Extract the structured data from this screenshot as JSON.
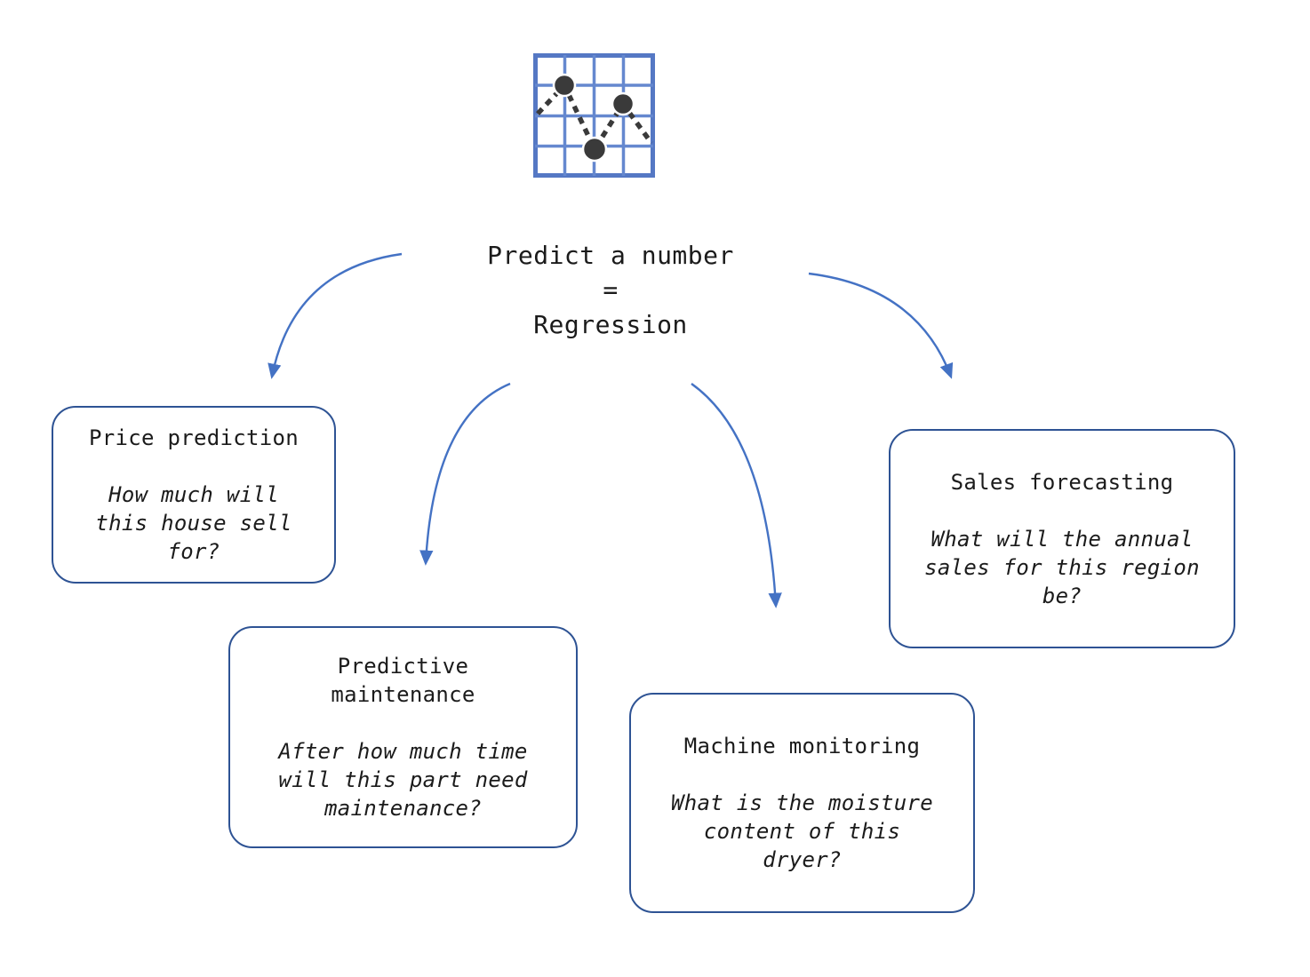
{
  "diagram": {
    "icon": {
      "name": "line-chart-icon"
    },
    "title": "Predict a number\n=\nRegression",
    "nodes": [
      {
        "id": "price-prediction",
        "heading": "Price prediction",
        "question": "How much will\nthis house sell\nfor?"
      },
      {
        "id": "predictive-maintenance",
        "heading": "Predictive\nmaintenance",
        "question": "After how much time\nwill this part need\nmaintenance?"
      },
      {
        "id": "machine-monitoring",
        "heading": "Machine monitoring",
        "question": "What is the moisture\ncontent of this\ndryer?"
      },
      {
        "id": "sales-forecasting",
        "heading": "Sales forecasting",
        "question": "What will the annual\nsales for this region\nbe?"
      }
    ],
    "colors": {
      "arrow": "#4472C4",
      "box_border": "#2E5394",
      "icon_grid": "#5B7EC9",
      "icon_dot": "#3A3A3A",
      "text": "#1B1B1B"
    }
  }
}
